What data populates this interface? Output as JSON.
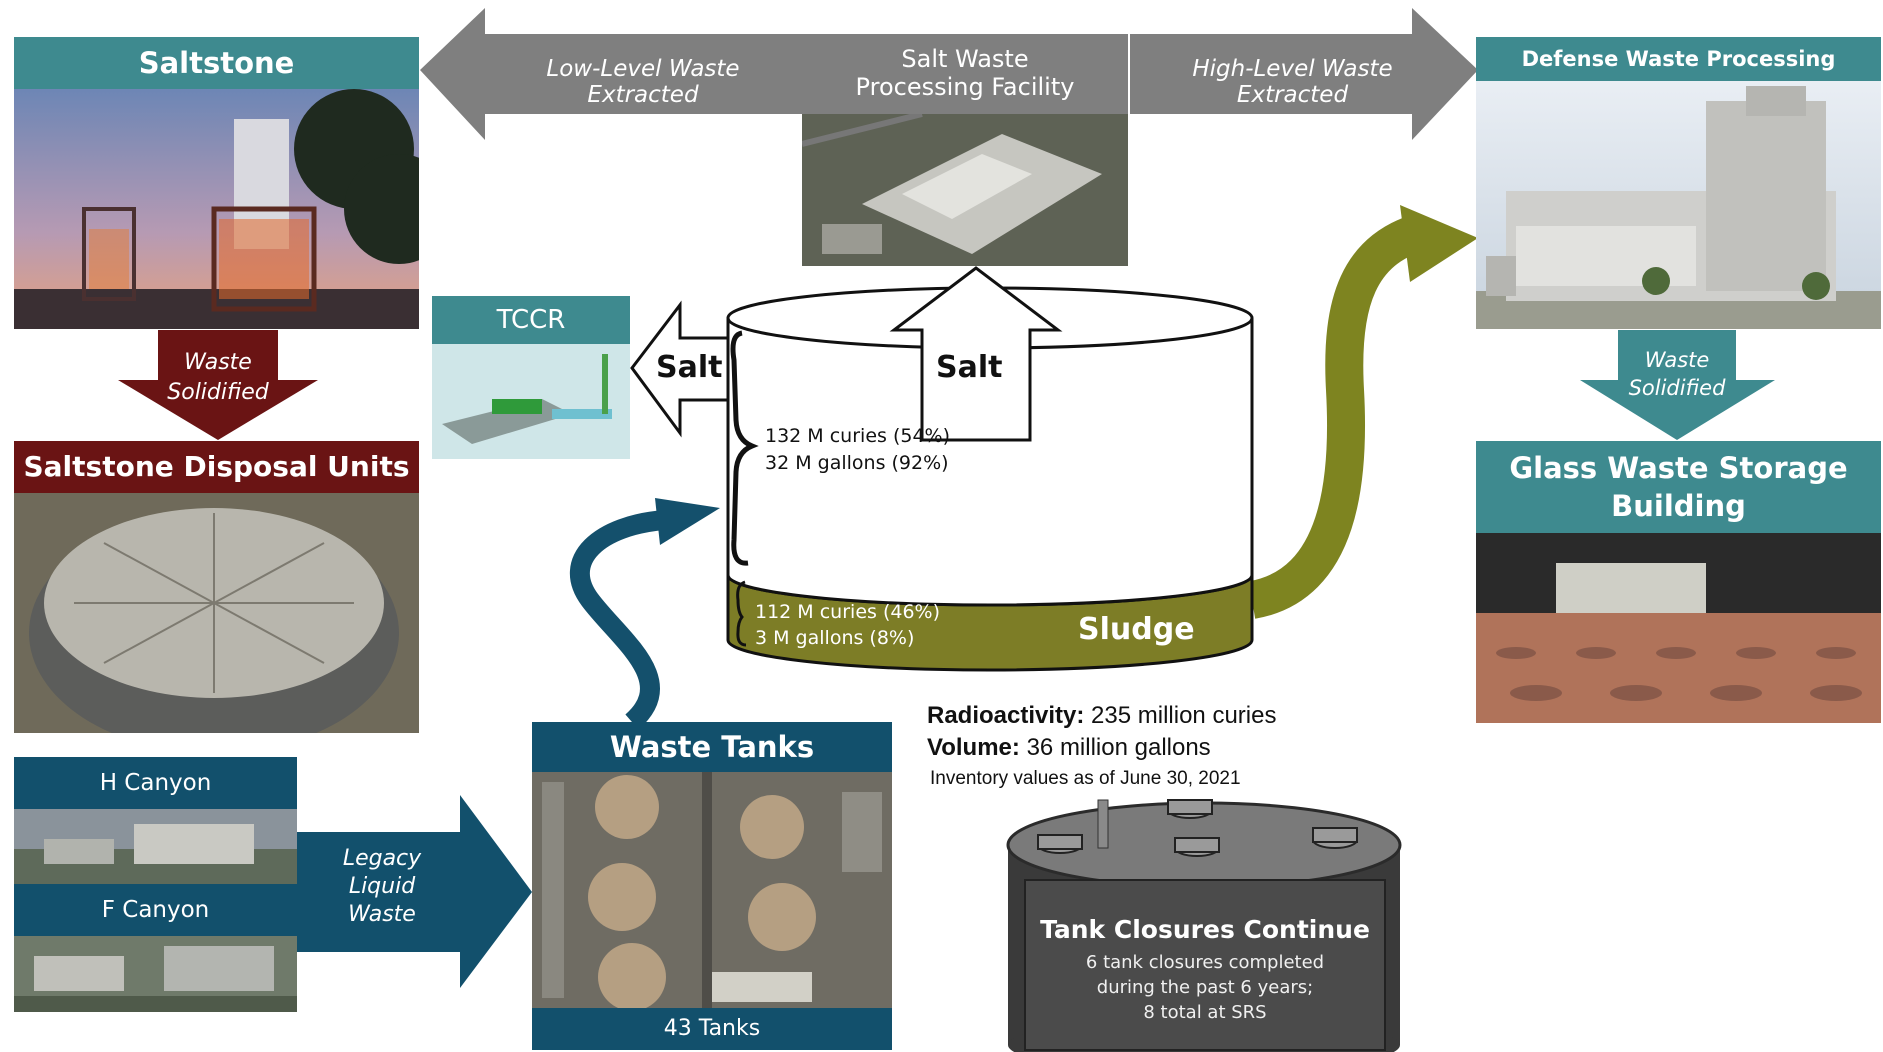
{
  "saltstone": {
    "title": "Saltstone"
  },
  "saltstone_arrow": {
    "label_line1": "Waste",
    "label_line2": "Solidified"
  },
  "saltstone_disposal": {
    "title": "Saltstone Disposal Units"
  },
  "h_canyon": {
    "title": "H Canyon"
  },
  "f_canyon": {
    "title": "F Canyon"
  },
  "legacy_arrow": {
    "line1": "Legacy",
    "line2": "Liquid",
    "line3": "Waste"
  },
  "waste_tanks": {
    "title": "Waste Tanks",
    "footer": "43 Tanks"
  },
  "top_arrow": {
    "left_label": "Low-Level Waste Extracted",
    "center_line1": "Salt Waste",
    "center_line2": "Processing Facility",
    "right_label": "High-Level Waste Extracted"
  },
  "tccr": {
    "title": "TCCR"
  },
  "tank": {
    "salt_left_label": "Salt",
    "salt_up_label": "Salt",
    "salt_curies": "132 M curies (54%)",
    "salt_gallons": "32 M gallons (92%)",
    "sludge_curies": "112 M curies (46%)",
    "sludge_gallons": "3 M gallons (8%)",
    "sludge_label": "Sludge"
  },
  "inventory": {
    "radio_label": "Radioactivity:",
    "radio_value": "235 million curies",
    "volume_label": "Volume:",
    "volume_value": "36 million gallons",
    "note": "Inventory values as of June 30, 2021"
  },
  "closures": {
    "title": "Tank Closures Continue",
    "line1": "6 tank closures completed",
    "line2": "during the past 6 years;",
    "line3": "8 total at SRS"
  },
  "dwpf": {
    "title": "Defense Waste Processing Facility"
  },
  "dwpf_arrow": {
    "label_line1": "Waste",
    "label_line2": "Solidified"
  },
  "glass_storage": {
    "title_line1": "Glass Waste Storage",
    "title_line2": "Building"
  },
  "colors": {
    "teal": "#3e8a8f",
    "dark_red": "#6a1414",
    "navy": "#12506c",
    "gray_arrow": "#7f7f7f",
    "sludge_olive": "#7d7d26",
    "curve_olive": "#7e8420",
    "curve_navy": "#14506c"
  }
}
